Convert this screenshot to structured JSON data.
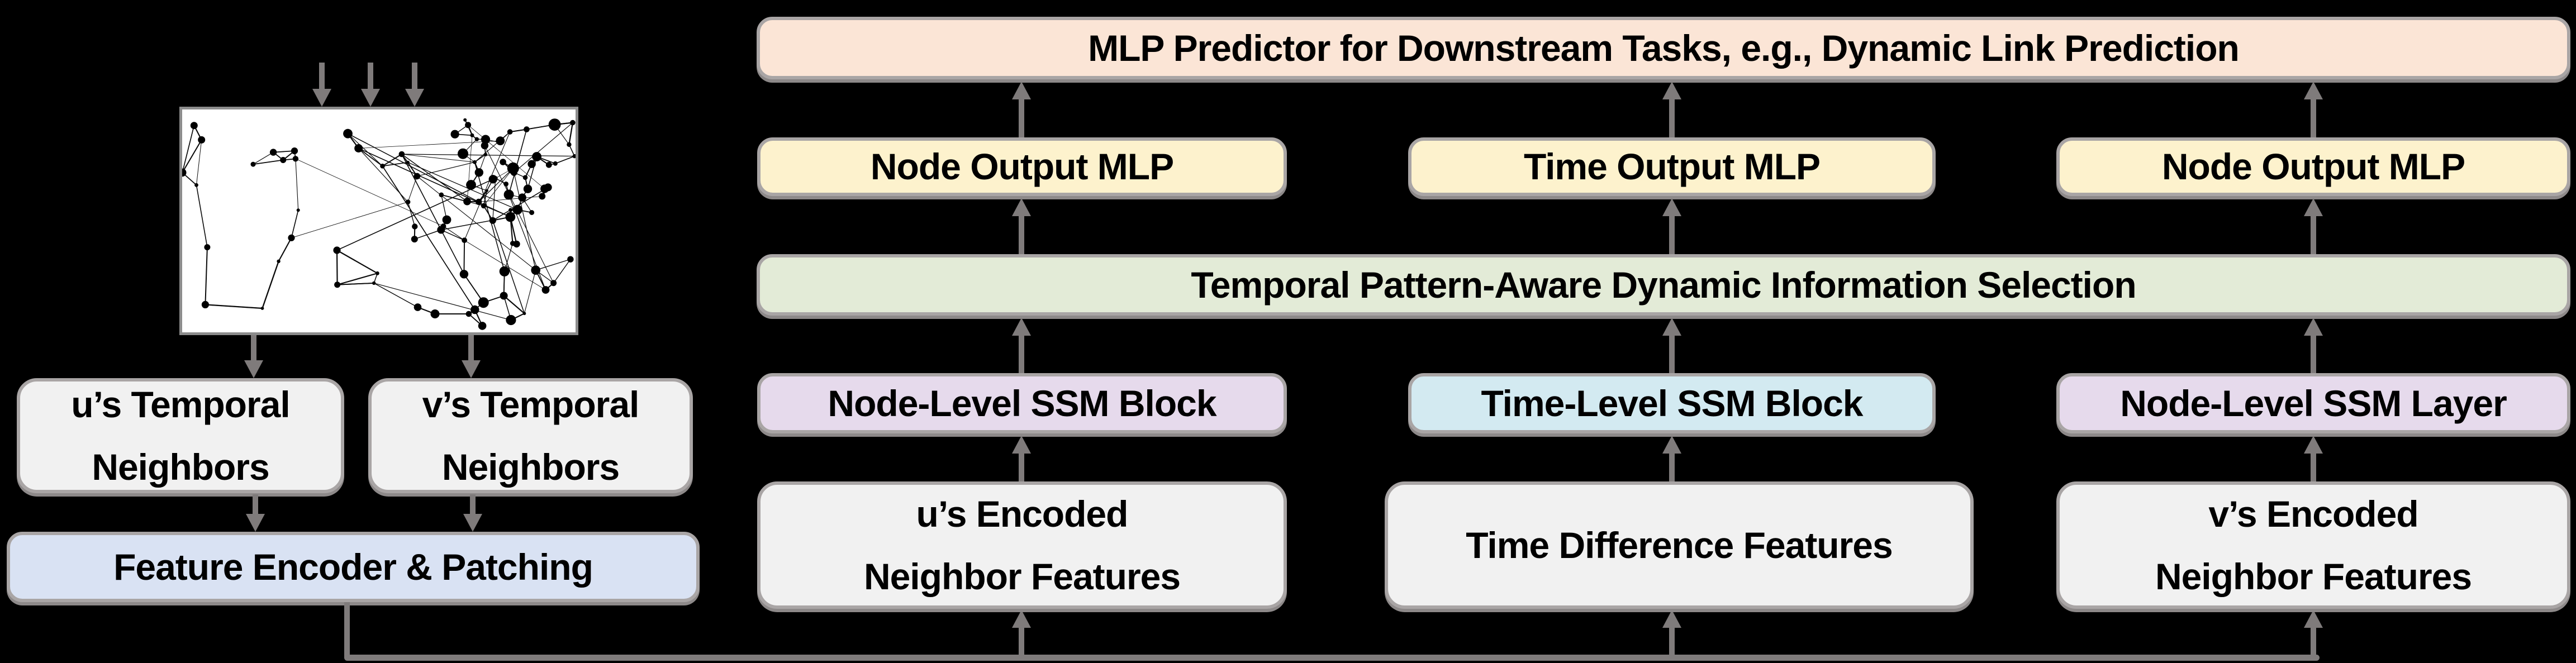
{
  "diagram": {
    "title_hint": "Dynamic graph SSM model architecture",
    "left": {
      "graph_image_alt": "temporal interaction network graph",
      "u_neighbors": "u’s Temporal\nNeighbors",
      "v_neighbors": "v’s Temporal\nNeighbors",
      "feature_encoder": "Feature Encoder & Patching"
    },
    "right": {
      "predictor": "MLP Predictor for Downstream Tasks, e.g., Dynamic Link Prediction",
      "output_mlps": [
        "Node Output MLP",
        "Time Output MLP",
        "Node Output MLP"
      ],
      "selection": "Temporal Pattern-Aware Dynamic Information Selection",
      "ssm_blocks": [
        "Node-Level SSM Block",
        "Time-Level SSM Block",
        "Node-Level SSM Layer"
      ],
      "inputs": [
        "u’s Encoded\nNeighbor Features",
        "Time Difference Features",
        "v’s Encoded\nNeighbor Features"
      ]
    },
    "colors": {
      "background": "#000000",
      "border": "#a9a5a5",
      "arrow": "#7f7b7b",
      "text": "#000000",
      "pink": "#fbe5d6",
      "yellow": "#fdf2cd",
      "green": "#e3ebd7",
      "purple": "#e6daec",
      "cyan": "#d3eaf1",
      "gray": "#f1f1f1",
      "blue": "#d9e2f3"
    }
  }
}
